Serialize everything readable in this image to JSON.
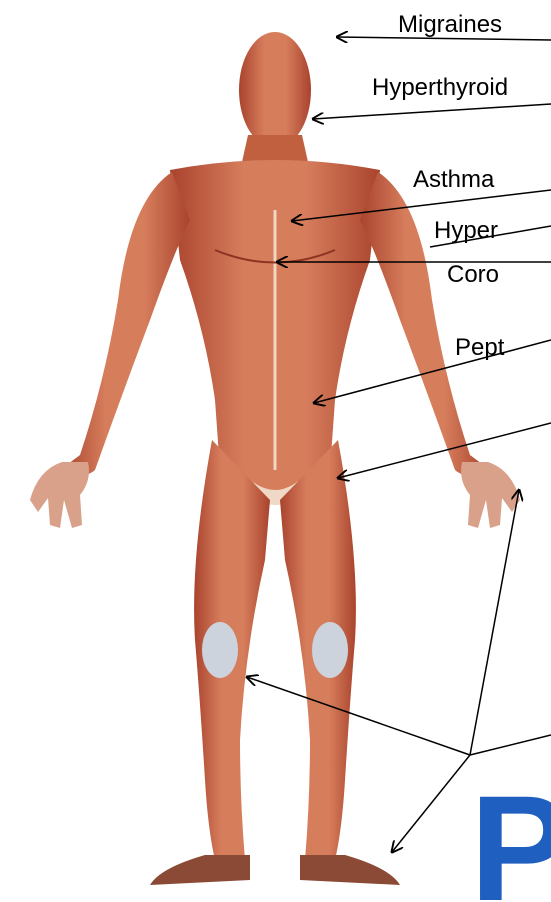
{
  "labels": {
    "migraines": "Migraines",
    "hyperthyroid": "Hyperthyroid",
    "asthma": "Asthma",
    "hyper": "Hyper",
    "coro": "Coro",
    "pept": "Pept"
  },
  "big_letter": "P",
  "colors": {
    "skin": "#d57a58",
    "muscle_dark": "#b04a33",
    "tendon": "#efd8c6",
    "accent_blue": "#1f5fbf",
    "line": "#000000"
  }
}
